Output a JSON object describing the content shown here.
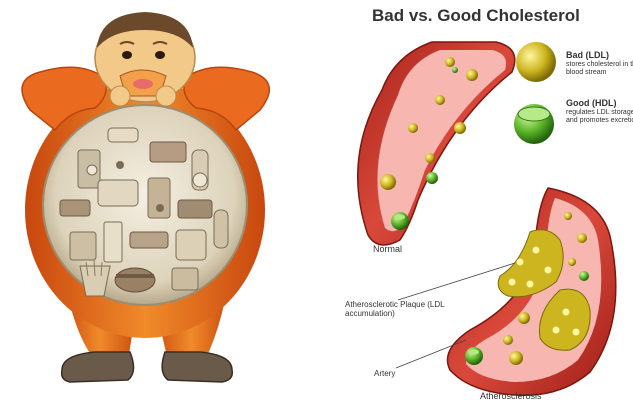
{
  "title": "Bad vs. Good Cholesterol",
  "legend": {
    "bad": {
      "name": "Bad (LDL)",
      "description": "stores cholesterol in the blood stream",
      "color": "#c8b21e"
    },
    "good": {
      "name": "Good (HDL)",
      "description": "regulates LDL storage and promotes excretion",
      "color": "#5fb82a"
    }
  },
  "labels": {
    "normal": "Normal",
    "plaque": "Atherosclerotic Plaque (LDL accumulation)",
    "artery": "Artery",
    "atherosclerosis": "Atherosclerosis"
  },
  "colors": {
    "artery_wall": "#c0392b",
    "artery_lumen": "#f7b6b0",
    "skin": "#f3c98a",
    "shirt": "#e8631c",
    "belly": "#e9e2cf"
  }
}
